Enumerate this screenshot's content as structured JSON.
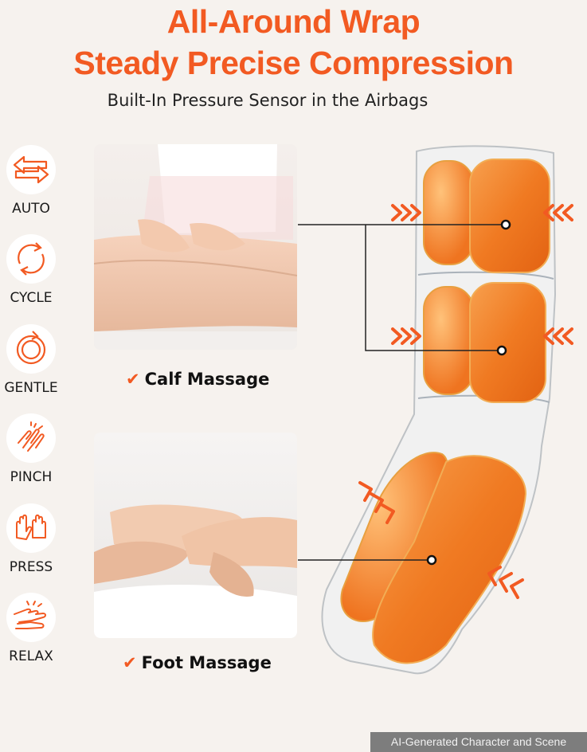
{
  "header": {
    "title_line1": "All-Around Wrap",
    "title_line2": "Steady Precise Compression",
    "subtitle": "Built-In Pressure Sensor in the Airbags"
  },
  "modes": [
    {
      "label": "AUTO",
      "icon": "arrows-exchange-icon"
    },
    {
      "label": "CYCLE",
      "icon": "cycle-arrows-icon"
    },
    {
      "label": "GENTLE",
      "icon": "circular-arrow-icon"
    },
    {
      "label": "PINCH",
      "icon": "pinching-hand-icon"
    },
    {
      "label": "PRESS",
      "icon": "pressing-hands-icon"
    },
    {
      "label": "RELAX",
      "icon": "relaxing-hands-icon"
    }
  ],
  "features": {
    "calf_label": "Calf Massage",
    "foot_label": "Foot Massage",
    "check_glyph": "✔"
  },
  "footer": {
    "badge": "AI-Generated Character and Scene"
  },
  "colors": {
    "accent": "#f25a22",
    "airbag": "#f07a22",
    "background": "#f6f2ee"
  }
}
